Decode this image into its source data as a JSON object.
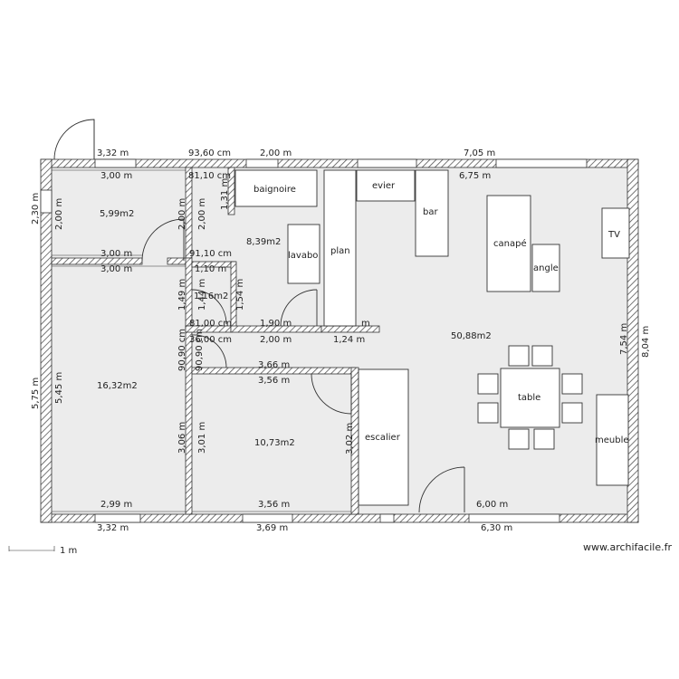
{
  "credit": "www.archifacile.fr",
  "scale_label": "1 m",
  "colors": {
    "wall_hatch": "#555555",
    "floor": "#ececec",
    "line": "#333333",
    "furniture_fill": "#ffffff"
  },
  "rooms": [
    {
      "id": "ch1",
      "area": "5,99m2"
    },
    {
      "id": "sdb",
      "area": "8,39m2"
    },
    {
      "id": "wc",
      "area": "1,16m2"
    },
    {
      "id": "ch2",
      "area": "16,32m2"
    },
    {
      "id": "ch3",
      "area": "10,73m2"
    },
    {
      "id": "sejour",
      "area": "50,88m2"
    }
  ],
  "furniture": {
    "baignoire": "baignoire",
    "lavabo": "lavabo",
    "plan": "plan",
    "evier": "evier",
    "bar": "bar",
    "canape": "canapé",
    "angle": "angle",
    "tv": "TV",
    "table": "table",
    "meuble": "meuble",
    "escalier": "escalier"
  },
  "dimensions": {
    "top_ext_left": "3,32 m",
    "top_ext_cm": "93,60 cm",
    "top_ext_mid": "2,00 m",
    "top_ext_right": "7,05 m",
    "ch1_w_top": "3,00 m",
    "ch1_w_bottom": "3,00 m",
    "ch1_ext_h": "2,30 m",
    "ch1_h": "2,00 m",
    "sdb_top_cm": "81,10 cm",
    "sdb_h1": "2,00 m",
    "sdb_h2": "2,00 m",
    "sdb_door_h": "1,31 m",
    "sejour_w_top": "6,75 m",
    "cm_9110": "91,10 cm",
    "ch2_w_top": "3,00 m",
    "wc_w_top": "1,10 m",
    "wc_h1": "1,49 m",
    "wc_h2": "1,44 m",
    "wc_h3": "1,54 m",
    "cm_8100": "81,00 cm",
    "sdb_w_bottom": "1,90 m",
    "m_unit": "m",
    "cm_9090a": "90,90 cm",
    "cm_9090b": "90,90 cm",
    "cm_3600": "36,00 cm",
    "ext_2_00": "2,00 m",
    "ext_1_24": "1,24 m",
    "ch3_w_ext": "3,66 m",
    "ch3_w_top": "3,56 m",
    "ch2_ext_h": "5,75 m",
    "ch2_h": "5,45 m",
    "ch3_h1": "3,06 m",
    "ch3_h2": "3,01 m",
    "ch3_h3": "3,02 m",
    "sejour_h": "7,54 m",
    "sejour_ext_h": "8,04 m",
    "ch2_w_bottom": "2,99 m",
    "ch3_w_bottom": "3,56 m",
    "sejour_w_bottom": "6,00 m",
    "bottom_ext_left": "3,32 m",
    "bottom_ext_mid": "3,69 m",
    "bottom_ext_right": "6,30 m"
  }
}
